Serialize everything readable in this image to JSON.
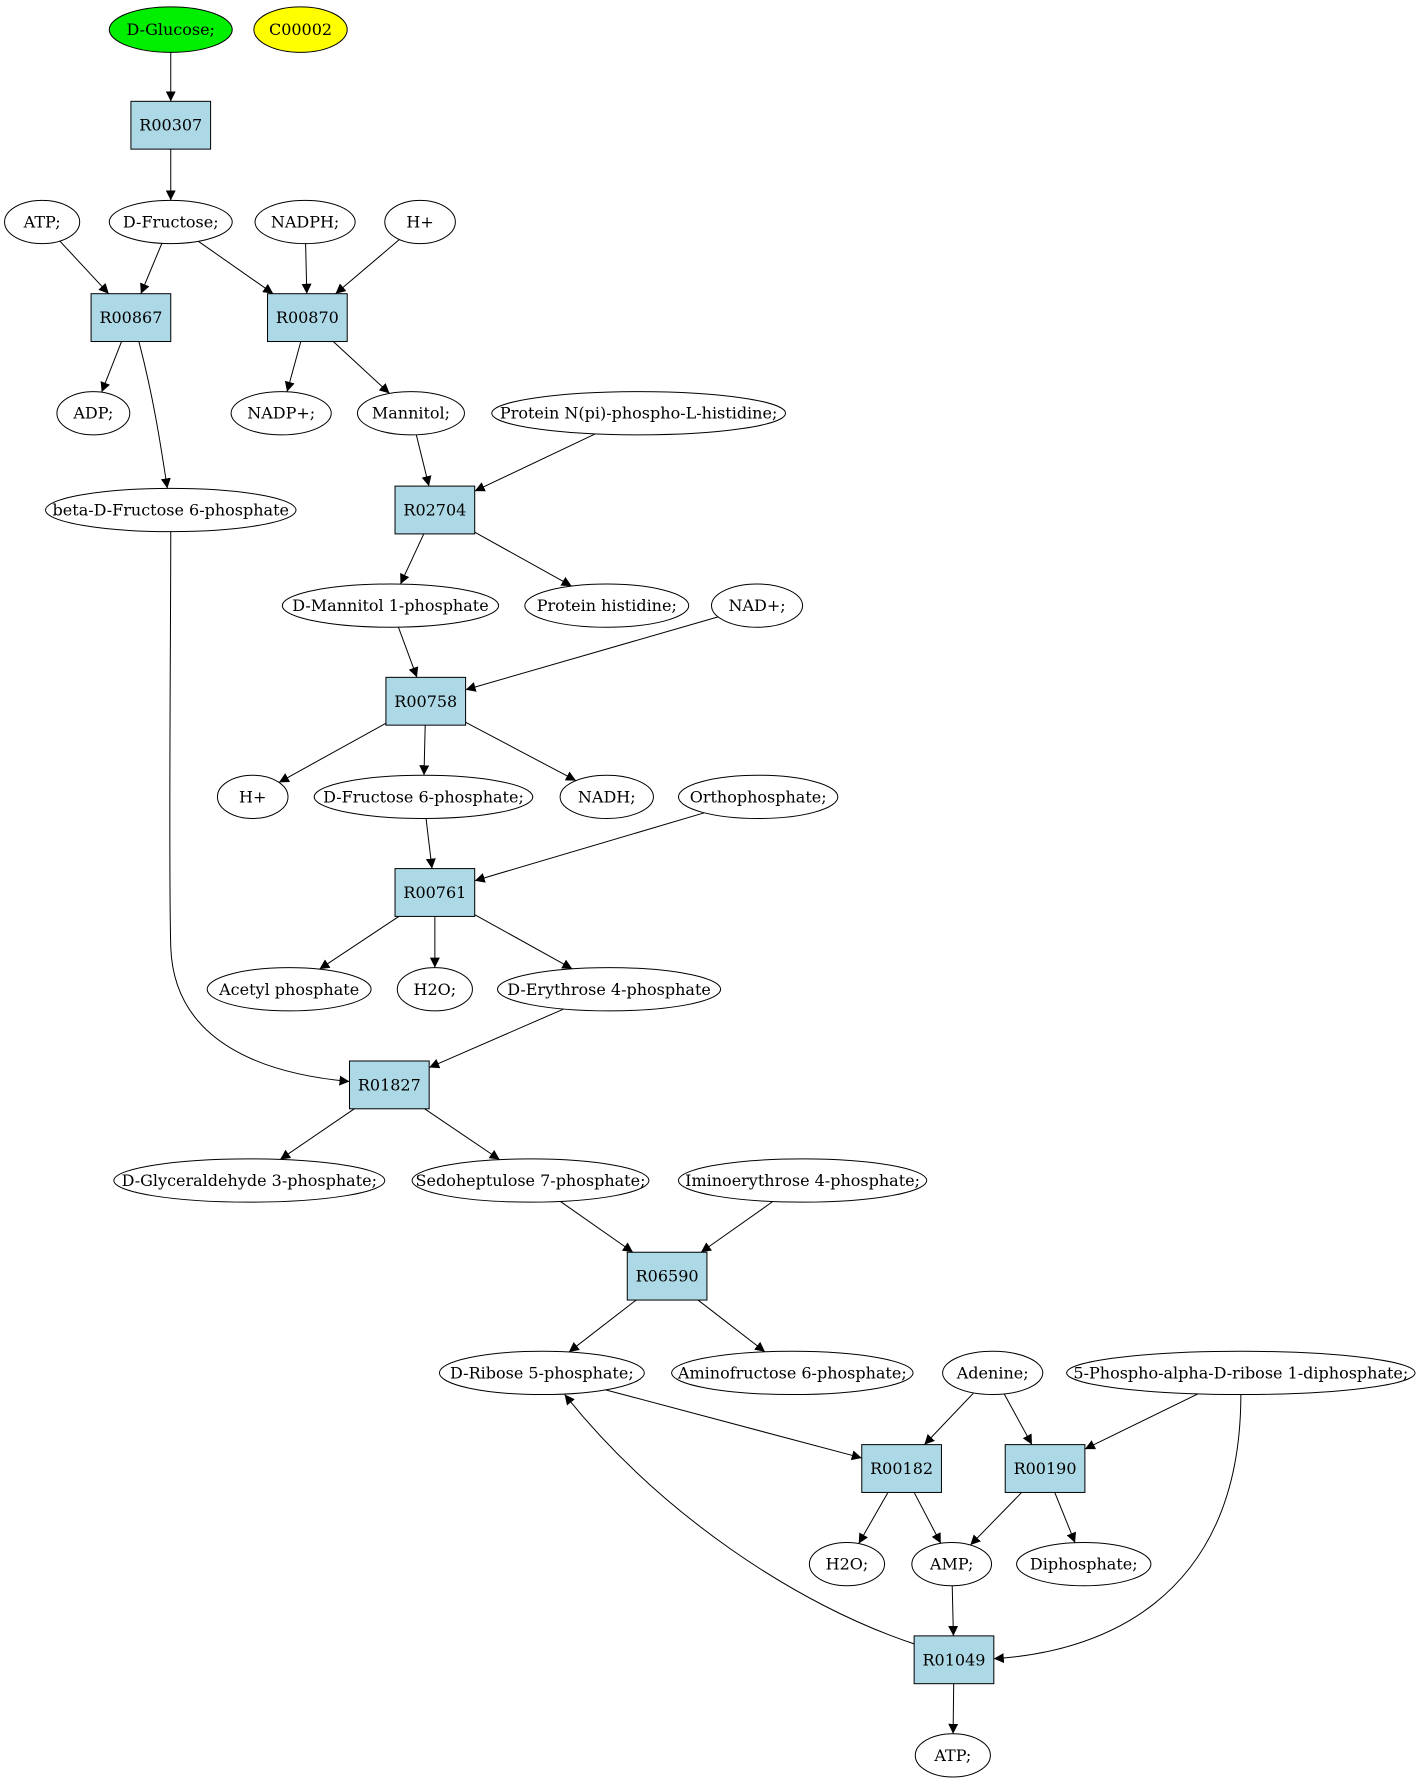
{
  "diagram": {
    "nodes": [
      {
        "id": "n_glucose",
        "label": "D-Glucose;",
        "shape": "ellipse",
        "fill": "#00ee00"
      },
      {
        "id": "n_c00002",
        "label": "C00002",
        "shape": "ellipse",
        "fill": "#ffff00"
      },
      {
        "id": "r_R00307",
        "label": "R00307",
        "shape": "box",
        "fill": "#add8e6"
      },
      {
        "id": "n_atp1",
        "label": "ATP;",
        "shape": "ellipse",
        "fill": "#ffffff"
      },
      {
        "id": "n_fructose",
        "label": "D-Fructose;",
        "shape": "ellipse",
        "fill": "#ffffff"
      },
      {
        "id": "n_nadph",
        "label": "NADPH;",
        "shape": "ellipse",
        "fill": "#ffffff"
      },
      {
        "id": "n_h1",
        "label": "H+",
        "shape": "ellipse",
        "fill": "#ffffff"
      },
      {
        "id": "r_R00867",
        "label": "R00867",
        "shape": "box",
        "fill": "#add8e6"
      },
      {
        "id": "r_R00870",
        "label": "R00870",
        "shape": "box",
        "fill": "#add8e6"
      },
      {
        "id": "n_adp",
        "label": "ADP;",
        "shape": "ellipse",
        "fill": "#ffffff"
      },
      {
        "id": "n_nadp",
        "label": "NADP+;",
        "shape": "ellipse",
        "fill": "#ffffff"
      },
      {
        "id": "n_mannitol",
        "label": "Mannitol;",
        "shape": "ellipse",
        "fill": "#ffffff"
      },
      {
        "id": "n_protein_his_p",
        "label": "Protein N(pi)-phospho-L-histidine;",
        "shape": "ellipse",
        "fill": "#ffffff"
      },
      {
        "id": "n_bdf6p",
        "label": "beta-D-Fructose 6-phosphate",
        "shape": "ellipse",
        "fill": "#ffffff"
      },
      {
        "id": "r_R02704",
        "label": "R02704",
        "shape": "box",
        "fill": "#add8e6"
      },
      {
        "id": "n_dm1p",
        "label": "D-Mannitol 1-phosphate",
        "shape": "ellipse",
        "fill": "#ffffff"
      },
      {
        "id": "n_protein_his",
        "label": "Protein histidine;",
        "shape": "ellipse",
        "fill": "#ffffff"
      },
      {
        "id": "n_nad",
        "label": "NAD+;",
        "shape": "ellipse",
        "fill": "#ffffff"
      },
      {
        "id": "r_R00758",
        "label": "R00758",
        "shape": "box",
        "fill": "#add8e6"
      },
      {
        "id": "n_h2",
        "label": "H+",
        "shape": "ellipse",
        "fill": "#ffffff"
      },
      {
        "id": "n_df6p",
        "label": "D-Fructose 6-phosphate;",
        "shape": "ellipse",
        "fill": "#ffffff"
      },
      {
        "id": "n_nadh",
        "label": "NADH;",
        "shape": "ellipse",
        "fill": "#ffffff"
      },
      {
        "id": "n_ortho",
        "label": "Orthophosphate;",
        "shape": "ellipse",
        "fill": "#ffffff"
      },
      {
        "id": "r_R00761",
        "label": "R00761",
        "shape": "box",
        "fill": "#add8e6"
      },
      {
        "id": "n_acetylp",
        "label": "Acetyl phosphate",
        "shape": "ellipse",
        "fill": "#ffffff"
      },
      {
        "id": "n_h2o1",
        "label": "H2O;",
        "shape": "ellipse",
        "fill": "#ffffff"
      },
      {
        "id": "n_de4p",
        "label": "D-Erythrose 4-phosphate",
        "shape": "ellipse",
        "fill": "#ffffff"
      },
      {
        "id": "r_R01827",
        "label": "R01827",
        "shape": "box",
        "fill": "#add8e6"
      },
      {
        "id": "n_dg3p",
        "label": "D-Glyceraldehyde 3-phosphate;",
        "shape": "ellipse",
        "fill": "#ffffff"
      },
      {
        "id": "n_s7p",
        "label": "Sedoheptulose 7-phosphate;",
        "shape": "ellipse",
        "fill": "#ffffff"
      },
      {
        "id": "n_ie4p",
        "label": "Iminoerythrose 4-phosphate;",
        "shape": "ellipse",
        "fill": "#ffffff"
      },
      {
        "id": "r_R06590",
        "label": "R06590",
        "shape": "box",
        "fill": "#add8e6"
      },
      {
        "id": "n_dr5p",
        "label": "D-Ribose 5-phosphate;",
        "shape": "ellipse",
        "fill": "#ffffff"
      },
      {
        "id": "n_af6p",
        "label": "Aminofructose 6-phosphate;",
        "shape": "ellipse",
        "fill": "#ffffff"
      },
      {
        "id": "n_adenine",
        "label": "Adenine;",
        "shape": "ellipse",
        "fill": "#ffffff"
      },
      {
        "id": "n_prpp",
        "label": "5-Phospho-alpha-D-ribose 1-diphosphate;",
        "shape": "ellipse",
        "fill": "#ffffff"
      },
      {
        "id": "r_R00182",
        "label": "R00182",
        "shape": "box",
        "fill": "#add8e6"
      },
      {
        "id": "r_R00190",
        "label": "R00190",
        "shape": "box",
        "fill": "#add8e6"
      },
      {
        "id": "n_h2o2",
        "label": "H2O;",
        "shape": "ellipse",
        "fill": "#ffffff"
      },
      {
        "id": "n_amp",
        "label": "AMP;",
        "shape": "ellipse",
        "fill": "#ffffff"
      },
      {
        "id": "n_diphos",
        "label": "Diphosphate;",
        "shape": "ellipse",
        "fill": "#ffffff"
      },
      {
        "id": "r_R01049",
        "label": "R01049",
        "shape": "box",
        "fill": "#add8e6"
      },
      {
        "id": "n_atp2",
        "label": "ATP;",
        "shape": "ellipse",
        "fill": "#ffffff"
      }
    ],
    "edges": [
      {
        "from": "n_glucose",
        "to": "r_R00307"
      },
      {
        "from": "r_R00307",
        "to": "n_fructose"
      },
      {
        "from": "n_atp1",
        "to": "r_R00867"
      },
      {
        "from": "n_fructose",
        "to": "r_R00867"
      },
      {
        "from": "n_fructose",
        "to": "r_R00870"
      },
      {
        "from": "n_nadph",
        "to": "r_R00870"
      },
      {
        "from": "n_h1",
        "to": "r_R00870"
      },
      {
        "from": "r_R00867",
        "to": "n_adp"
      },
      {
        "from": "r_R00867",
        "to": "n_bdf6p"
      },
      {
        "from": "r_R00870",
        "to": "n_nadp"
      },
      {
        "from": "r_R00870",
        "to": "n_mannitol"
      },
      {
        "from": "n_mannitol",
        "to": "r_R02704"
      },
      {
        "from": "n_protein_his_p",
        "to": "r_R02704"
      },
      {
        "from": "r_R02704",
        "to": "n_dm1p"
      },
      {
        "from": "r_R02704",
        "to": "n_protein_his"
      },
      {
        "from": "n_dm1p",
        "to": "r_R00758"
      },
      {
        "from": "n_nad",
        "to": "r_R00758"
      },
      {
        "from": "r_R00758",
        "to": "n_h2"
      },
      {
        "from": "r_R00758",
        "to": "n_df6p"
      },
      {
        "from": "r_R00758",
        "to": "n_nadh"
      },
      {
        "from": "n_df6p",
        "to": "r_R00761"
      },
      {
        "from": "n_ortho",
        "to": "r_R00761"
      },
      {
        "from": "r_R00761",
        "to": "n_acetylp"
      },
      {
        "from": "r_R00761",
        "to": "n_h2o1"
      },
      {
        "from": "r_R00761",
        "to": "n_de4p"
      },
      {
        "from": "n_bdf6p",
        "to": "r_R01827"
      },
      {
        "from": "n_de4p",
        "to": "r_R01827"
      },
      {
        "from": "r_R01827",
        "to": "n_dg3p"
      },
      {
        "from": "r_R01827",
        "to": "n_s7p"
      },
      {
        "from": "n_s7p",
        "to": "r_R06590"
      },
      {
        "from": "n_ie4p",
        "to": "r_R06590"
      },
      {
        "from": "r_R06590",
        "to": "n_dr5p"
      },
      {
        "from": "r_R06590",
        "to": "n_af6p"
      },
      {
        "from": "n_dr5p",
        "to": "r_R00182"
      },
      {
        "from": "n_adenine",
        "to": "r_R00182"
      },
      {
        "from": "n_adenine",
        "to": "r_R00190"
      },
      {
        "from": "n_prpp",
        "to": "r_R00190"
      },
      {
        "from": "r_R00182",
        "to": "n_h2o2"
      },
      {
        "from": "r_R00182",
        "to": "n_amp"
      },
      {
        "from": "r_R00190",
        "to": "n_amp"
      },
      {
        "from": "r_R00190",
        "to": "n_diphos"
      },
      {
        "from": "n_amp",
        "to": "r_R01049"
      },
      {
        "from": "n_prpp",
        "to": "r_R01049"
      },
      {
        "from": "r_R01049",
        "to": "n_dr5p"
      },
      {
        "from": "r_R01049",
        "to": "n_atp2"
      }
    ]
  }
}
